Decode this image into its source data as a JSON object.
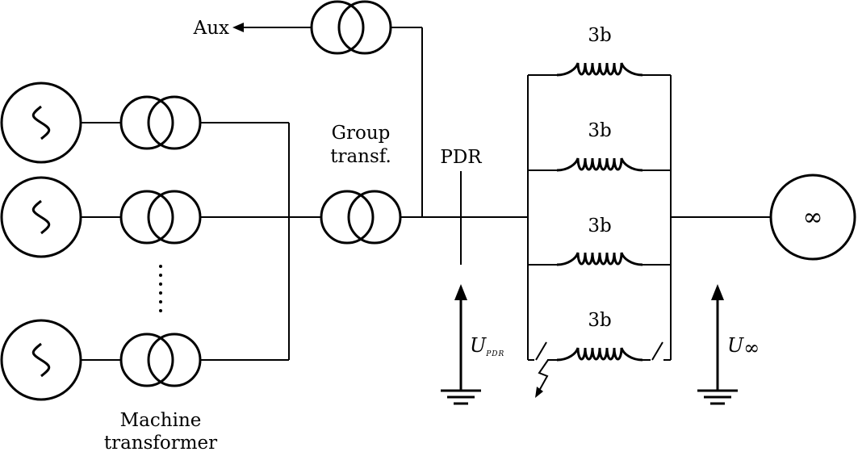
{
  "labels": {
    "aux": "Aux",
    "group_transformer_line1": "Group",
    "group_transformer_line2": "transf.",
    "pdr": "PDR",
    "machine_transformer_line1": "Machine",
    "machine_transformer_line2": "transformer",
    "u_pdr_main": "U",
    "u_pdr_sub": "PDR",
    "u_inf_main": "U",
    "u_inf_sub": "∞",
    "infinite_bus_symbol": "∞",
    "lines": [
      "3b",
      "3b",
      "3b",
      "3b"
    ]
  },
  "generators": {
    "count_shown": 3,
    "ellipsis": true
  },
  "faulted_line_index": 3
}
